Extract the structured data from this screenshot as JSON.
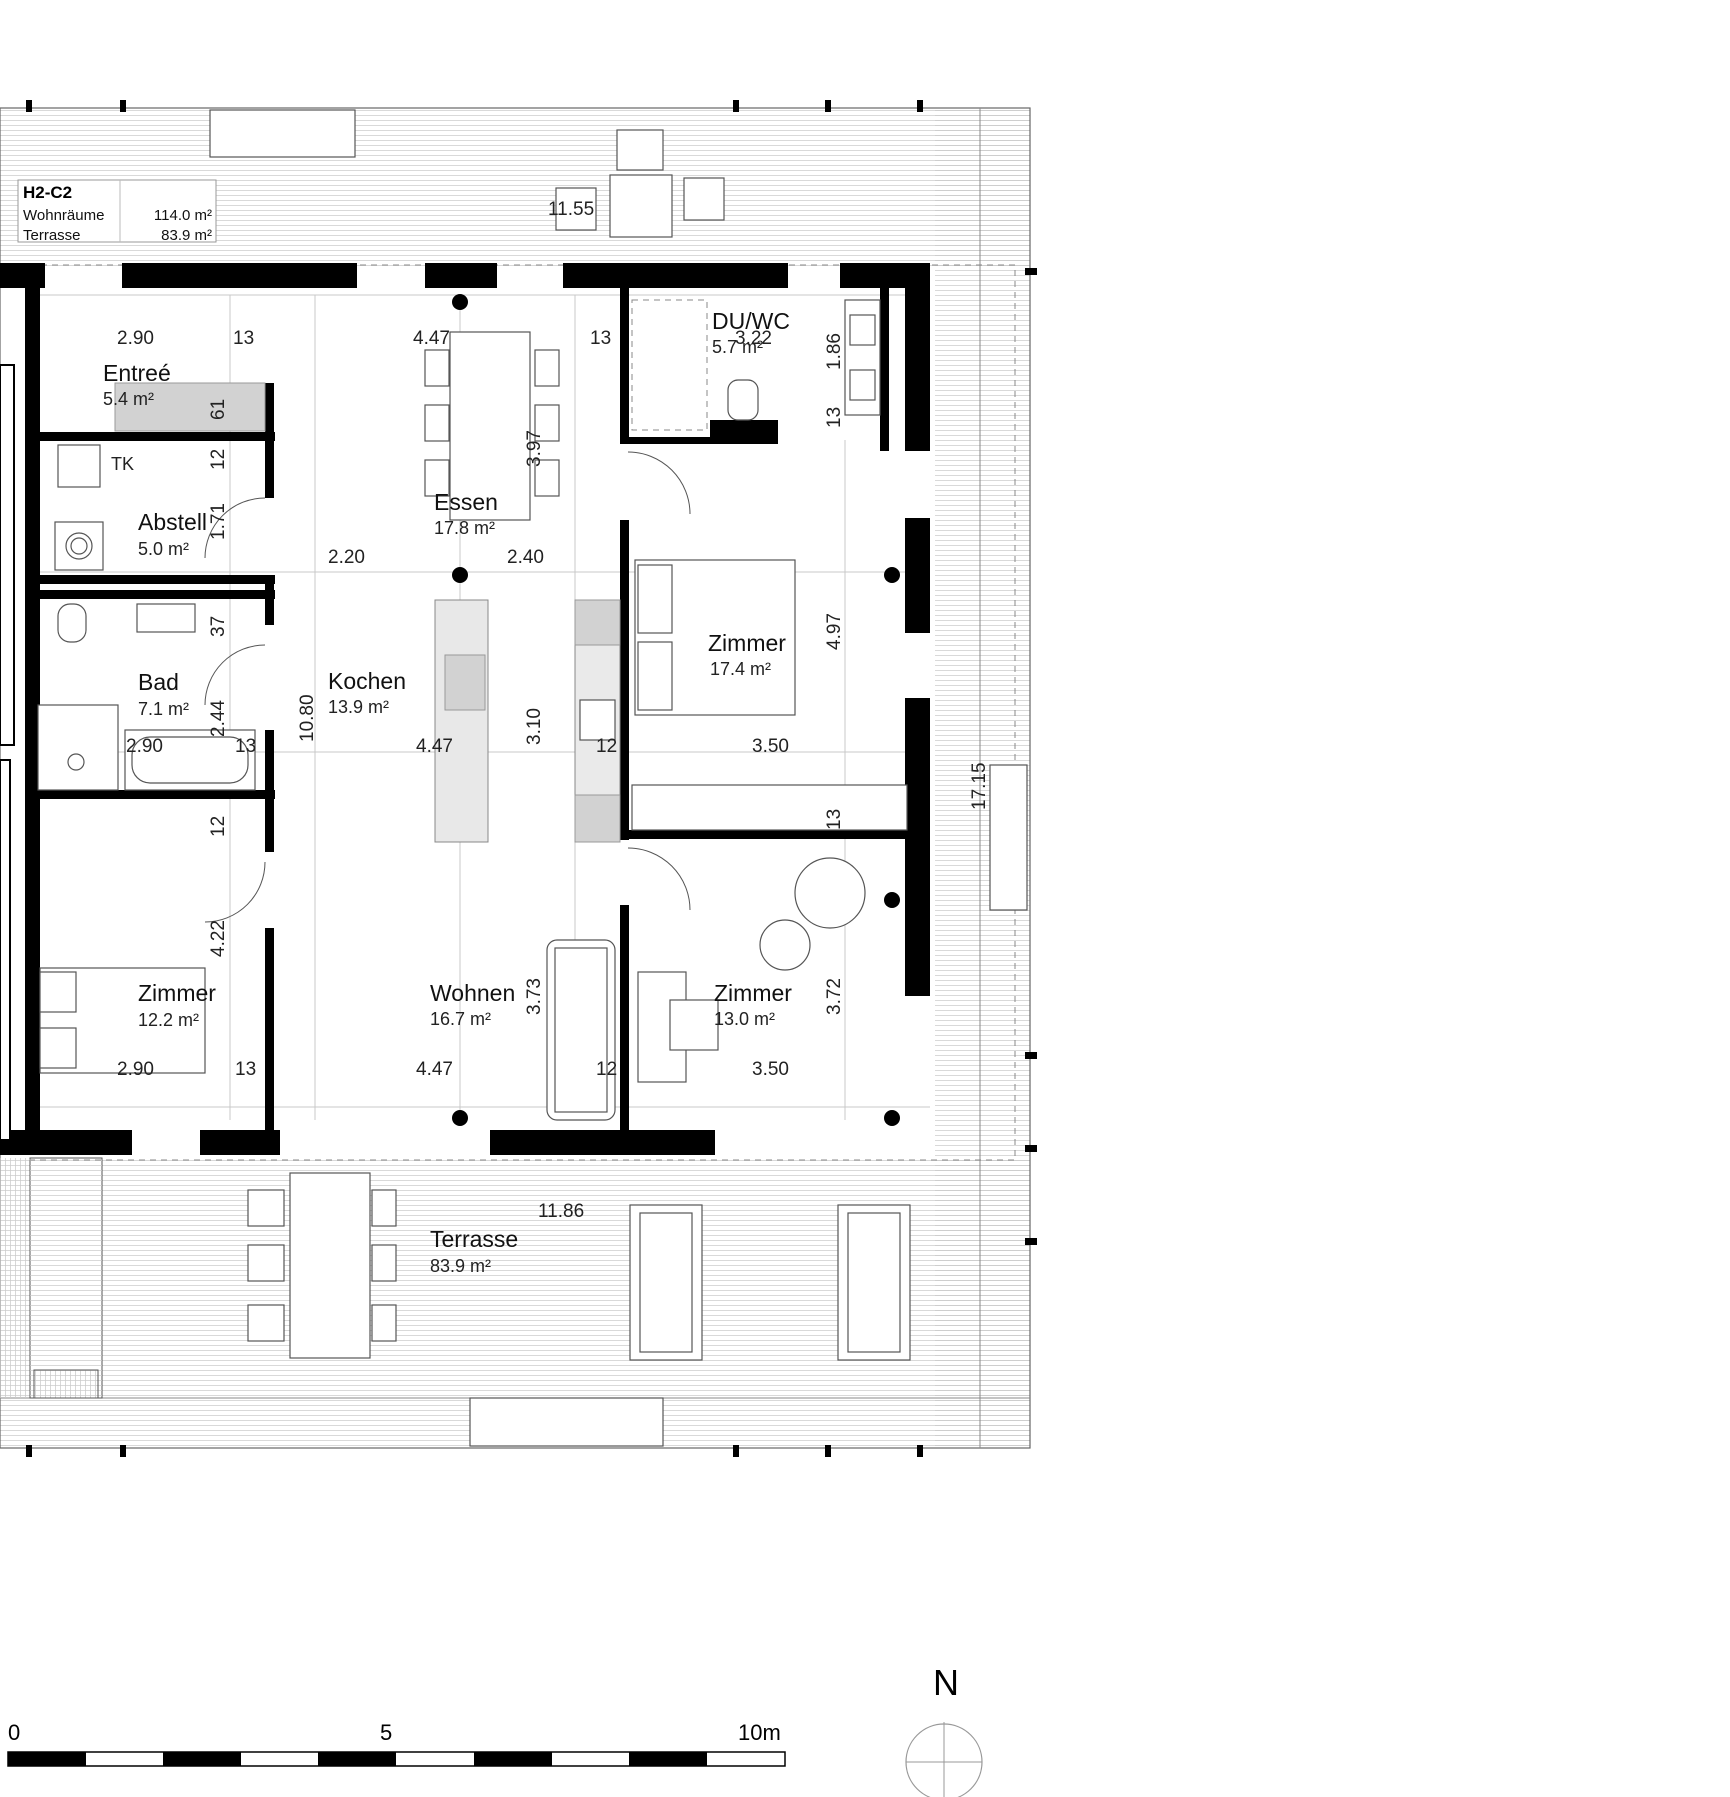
{
  "schedule": {
    "unit": "H2-C2",
    "rows": [
      {
        "label": "Wohnräume",
        "value": "114.0 m²"
      },
      {
        "label": "Terrasse",
        "value": "83.9 m²"
      }
    ]
  },
  "rooms": {
    "entree": {
      "name": "Entreé",
      "area": "5.4 m²"
    },
    "abstell": {
      "name": "Abstell",
      "area": "5.0 m²",
      "tk": "TK"
    },
    "bad": {
      "name": "Bad",
      "area": "7.1 m²"
    },
    "zimmer_sw": {
      "name": "Zimmer",
      "area": "12.2 m²"
    },
    "essen": {
      "name": "Essen",
      "area": "17.8 m²"
    },
    "kochen": {
      "name": "Kochen",
      "area": "13.9 m²"
    },
    "wohnen": {
      "name": "Wohnen",
      "area": "16.7 m²"
    },
    "duwc": {
      "name": "DU/WC",
      "area": "5.7 m²"
    },
    "zimmer_e": {
      "name": "Zimmer",
      "area": "17.4 m²"
    },
    "zimmer_se": {
      "name": "Zimmer",
      "area": "13.0 m²"
    },
    "terrasse": {
      "name": "Terrasse",
      "area": "83.9 m²"
    }
  },
  "dims": {
    "d1155": "11.55",
    "d290a": "2.90",
    "d13a": "13",
    "d447a": "4.47",
    "d13b": "13",
    "d322": "3.22",
    "d186": "1.86",
    "d13c": "13",
    "d61": "61",
    "d12a": "12",
    "d397": "3.97",
    "d171": "1.71",
    "d220": "2.20",
    "d240": "2.40",
    "d497": "4.97",
    "d37": "37",
    "d1080": "10.80",
    "d244": "2.44",
    "d290b": "2.90",
    "d13d": "13",
    "d447b": "4.47",
    "d310": "3.10",
    "d12b": "12",
    "d350a": "3.50",
    "d1715": "17.15",
    "d13e": "13",
    "d12c": "12",
    "d422": "4.22",
    "d373": "3.73",
    "d372": "3.72",
    "d290c": "2.90",
    "d13f": "13",
    "d447c": "4.47",
    "d12d": "12",
    "d350b": "3.50",
    "d1186": "11.86"
  },
  "scale_bar": {
    "zero": "0",
    "five": "5",
    "ten": "10m"
  },
  "north": {
    "label": "N"
  }
}
